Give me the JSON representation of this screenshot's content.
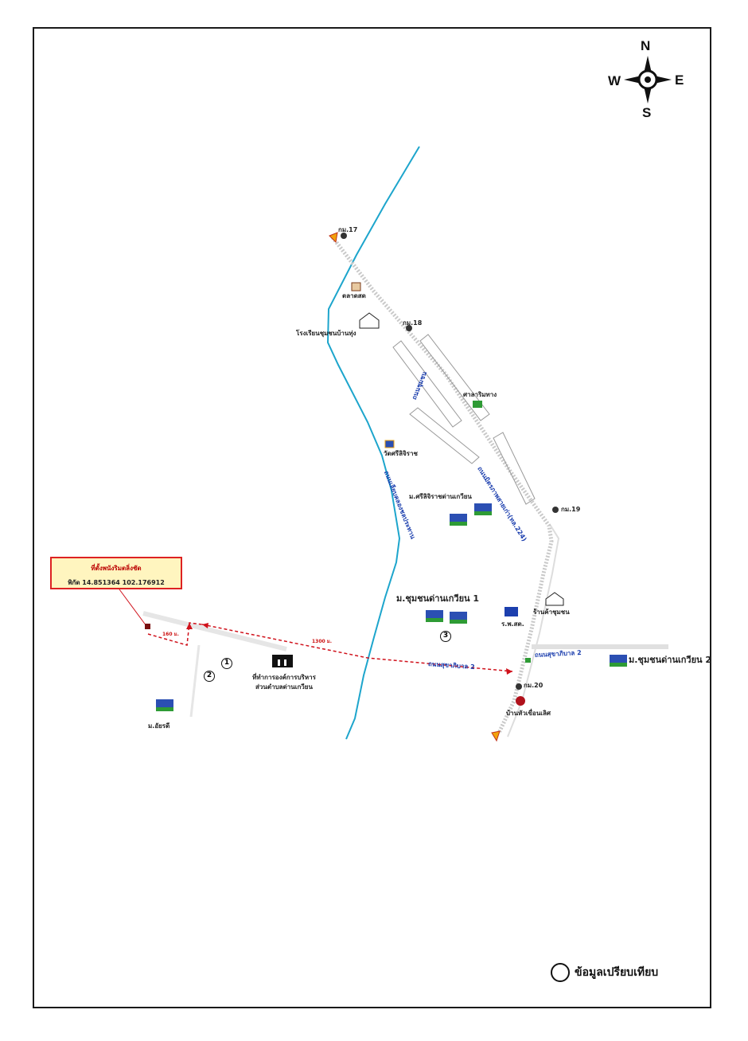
{
  "compass": {
    "north": "N",
    "south": "S",
    "east": "E",
    "west": "W"
  },
  "callout": {
    "line1": "ที่ตั้งพนังริมตลิ่งชัด",
    "line2": "พิกัด 14.851364 102.176912"
  },
  "distances": {
    "short": "160 ม.",
    "long": "1300 ม."
  },
  "markers": {
    "m1": "1",
    "m2": "2",
    "m3": "3"
  },
  "places": {
    "km17": "กม.17",
    "km18": "กม.18",
    "km19": "กม.19",
    "km20": "กม.20",
    "school": "โรงเรียนชุมชนบ้านทุ่ง",
    "market": "ตลาดสด",
    "temple": "วัดศรีลิจิราช",
    "village1": "ม.ศรีลิจิราชด่านเกวียน",
    "community1": "ม.ชุมชนด่านเกวียน 1",
    "community2": "ม.ชุมชนด่านเกวียน 2",
    "office": "ที่ทำการองค์การบริหารส่วนตำบลด่านเกวียน",
    "clinic": "ร้านค้าชุมชน",
    "police": "ร.พ.สต.",
    "bank": "บ้านหัวเขื่อนเลิศ",
    "village_w": "ม.อัยรดี",
    "rest": "ศาลาริมทาง"
  },
  "roads": {
    "highway": "ถนนมิตรภาพสายเก่า(ทล.224)",
    "road2a": "ถนนสุขาภิบาล 2",
    "road2b": "ถนนสุขาภิบาล 2",
    "river_road": "ถนนเลียบคลองชลประทาน",
    "road_n": "ถนนชุมชน"
  },
  "legend": {
    "label": "ข้อมูลเปรียบเทียบ"
  },
  "colors": {
    "river": "#1da5cc",
    "route": "#d0111b",
    "road_text": "#1c3fae",
    "callout_border": "#dd2222"
  }
}
